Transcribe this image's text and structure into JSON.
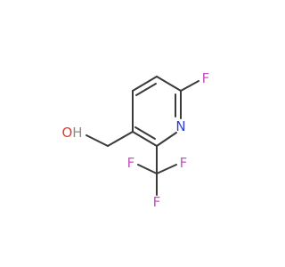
{
  "molecule": {
    "atoms": {
      "f_ring": "F",
      "n_ring": "N",
      "o_hydroxyl": "OH",
      "f_cf3_right": "F",
      "f_cf3_bottom": "F",
      "f_cf3_left": "F"
    },
    "colors": {
      "bond": "#3a3a3a",
      "fluorine": "#c94fc4",
      "nitrogen": "#2f3fd0",
      "oxygen": "#e03a2a",
      "hydrogen_label": "#8a8a8a"
    }
  }
}
